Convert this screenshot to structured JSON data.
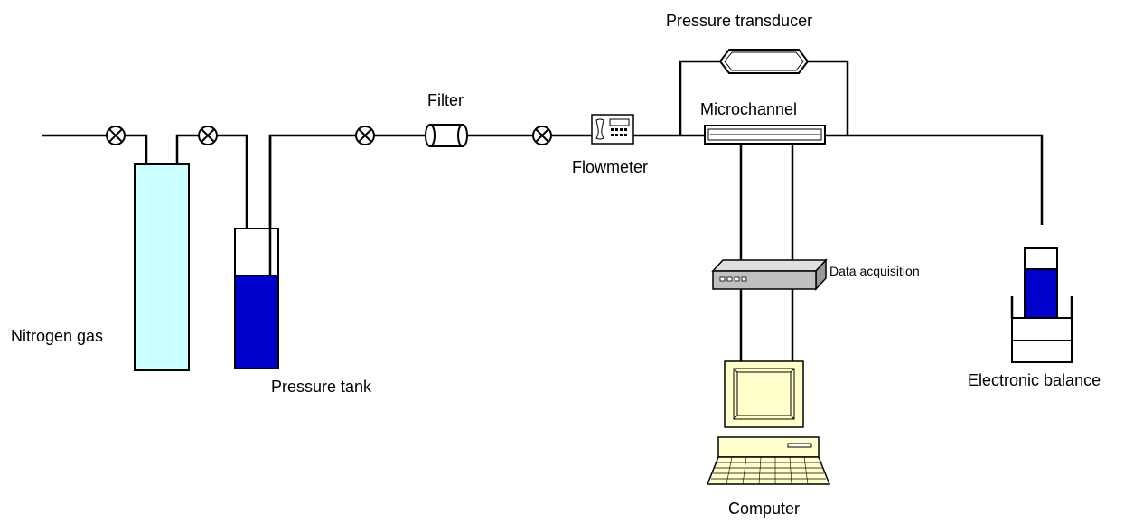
{
  "labels": {
    "nitrogen_gas": "Nitrogen gas",
    "pressure_tank": "Pressure tank",
    "filter": "Filter",
    "flowmeter": "Flowmeter",
    "pressure_transducer": "Pressure transducer",
    "microchannel": "Microchannel",
    "data_acquisition": "Data acquisition",
    "computer": "Computer",
    "electronic_balance": "Electronic balance"
  },
  "colors": {
    "gas_cylinder": "#CCFFFF",
    "liquid": "#0000CC",
    "device_grey": "#C0C0C0",
    "computer_beige": "#FFFFCC",
    "line": "#000000"
  },
  "icons": {
    "valve": "valve-icon",
    "filter": "filter-icon",
    "flowmeter": "flowmeter-icon",
    "transducer": "pressure-transducer-icon",
    "microchannel": "microchannel-icon",
    "daq": "data-acquisition-icon",
    "computer": "computer-icon",
    "balance": "electronic-balance-icon"
  }
}
